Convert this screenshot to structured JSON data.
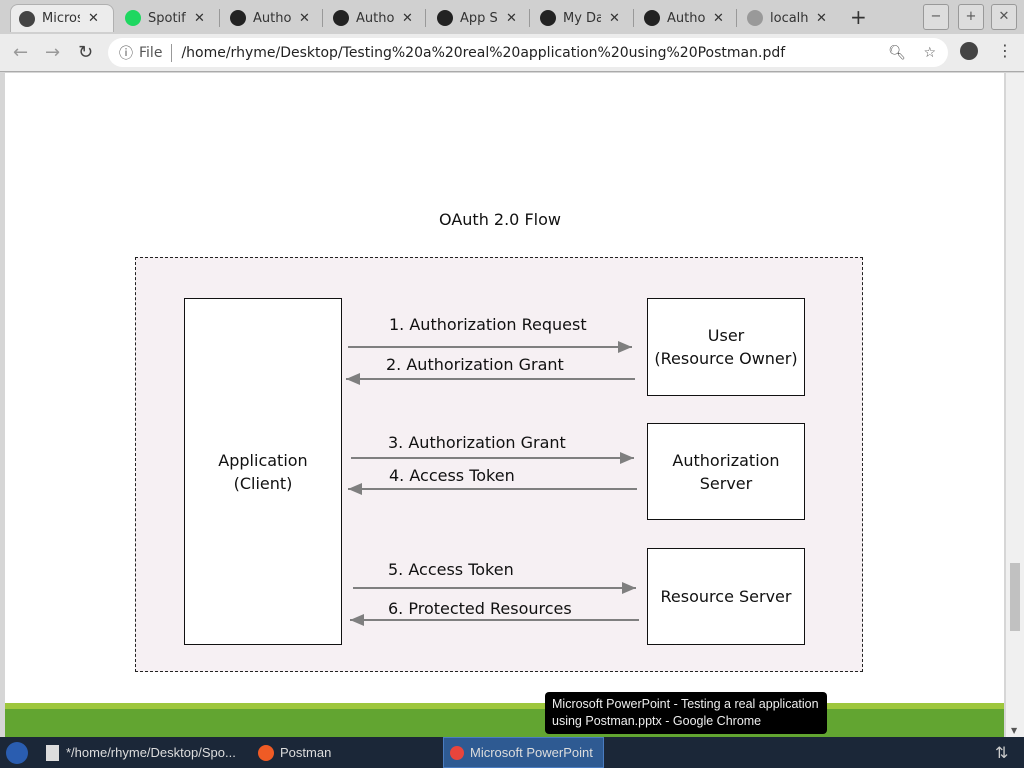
{
  "browser": {
    "tabs": [
      {
        "label": "Microsoft PowerPoint",
        "icon": "globe-icon",
        "active": true
      },
      {
        "label": "Spotify",
        "icon": "spotify-icon"
      },
      {
        "label": "Authorization",
        "icon": "spotify-icon"
      },
      {
        "label": "Authorization",
        "icon": "spotify-icon"
      },
      {
        "label": "App Settings",
        "icon": "spotify-icon"
      },
      {
        "label": "My Dashboard",
        "icon": "spotify-icon"
      },
      {
        "label": "Authorization",
        "icon": "spotify-icon"
      },
      {
        "label": "localhost",
        "icon": "globe-icon"
      }
    ],
    "scheme_label": "File",
    "url": "/home/rhyme/Desktop/Testing%20a%20real%20application%20using%20Postman.pdf"
  },
  "diagram": {
    "title": "OAuth 2.0 Flow",
    "client": [
      "Application",
      "(Client)"
    ],
    "user": [
      "User",
      "(Resource Owner)"
    ],
    "auth_server": [
      "Authorization",
      "Server"
    ],
    "resource_server": "Resource Server",
    "steps": [
      "1. Authorization Request",
      "2. Authorization Grant",
      "3. Authorization Grant",
      "4. Access Token",
      "5. Access Token",
      "6. Protected Resources"
    ]
  },
  "taskbar": {
    "items": [
      "*/home/rhyme/Desktop/Spo...",
      "Postman",
      "Microsoft PowerPoint"
    ],
    "tooltip": [
      "Microsoft PowerPoint - Testing a real application",
      "using Postman.pptx - Google Chrome"
    ]
  }
}
